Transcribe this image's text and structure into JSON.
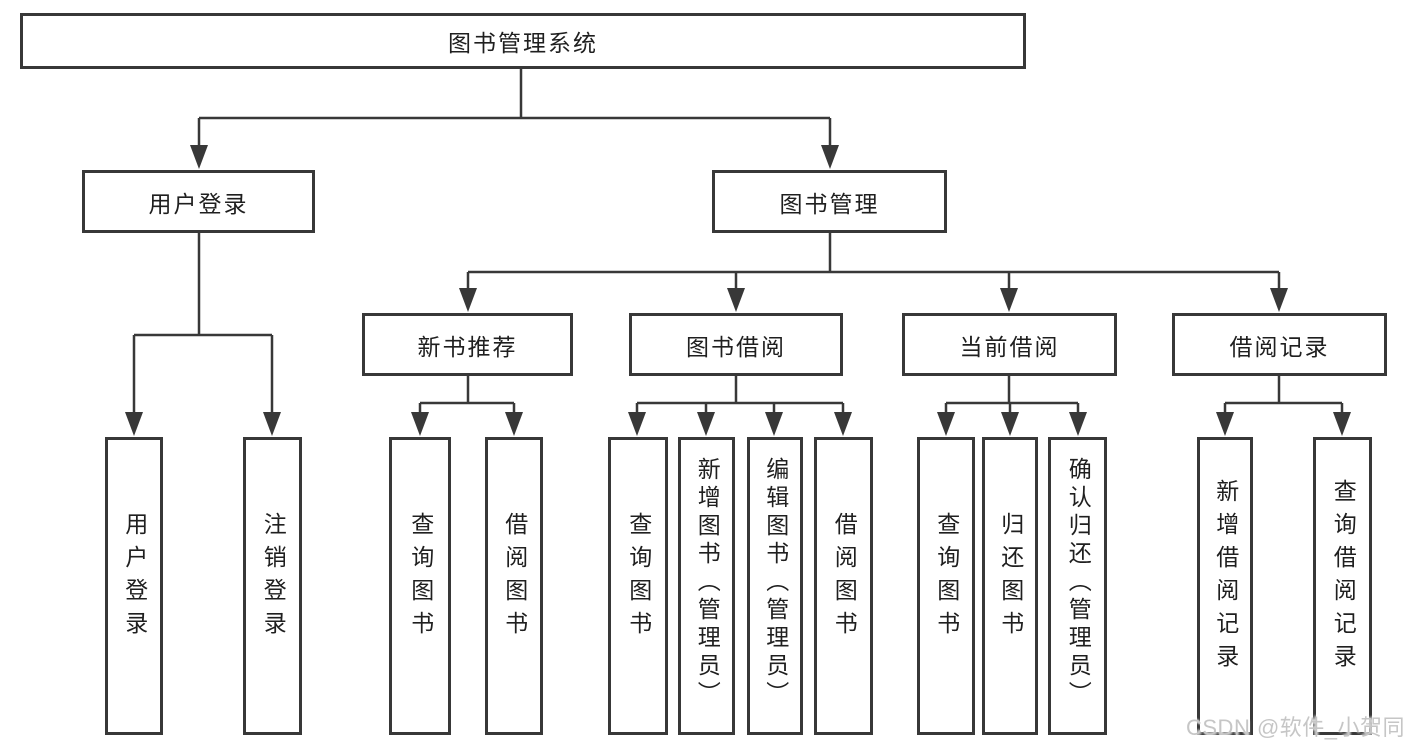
{
  "colors": {
    "line": "#383838",
    "box_border": "#383838",
    "text": "#1f1f1f",
    "background": "#ffffff",
    "watermark": "#c6c6c6"
  },
  "watermark": {
    "text": "CSDN @软件_小贺同学"
  },
  "tree": {
    "label": "图书管理系统",
    "children": [
      {
        "label": "用户登录",
        "children": [
          {
            "label": "用户登录"
          },
          {
            "label": "注销登录"
          }
        ]
      },
      {
        "label": "图书管理",
        "children": [
          {
            "label": "新书推荐",
            "children": [
              {
                "label": "查询图书"
              },
              {
                "label": "借阅图书"
              }
            ]
          },
          {
            "label": "图书借阅",
            "children": [
              {
                "label": "查询图书"
              },
              {
                "label": "新增图书（管理员）"
              },
              {
                "label": "编辑图书（管理员）"
              },
              {
                "label": "借阅图书"
              }
            ]
          },
          {
            "label": "当前借阅",
            "children": [
              {
                "label": "查询图书"
              },
              {
                "label": "归还图书"
              },
              {
                "label": "确认归还（管理员）"
              }
            ]
          },
          {
            "label": "借阅记录",
            "children": [
              {
                "label": "新增借阅记录"
              },
              {
                "label": "查询借阅记录"
              }
            ]
          }
        ]
      }
    ]
  }
}
